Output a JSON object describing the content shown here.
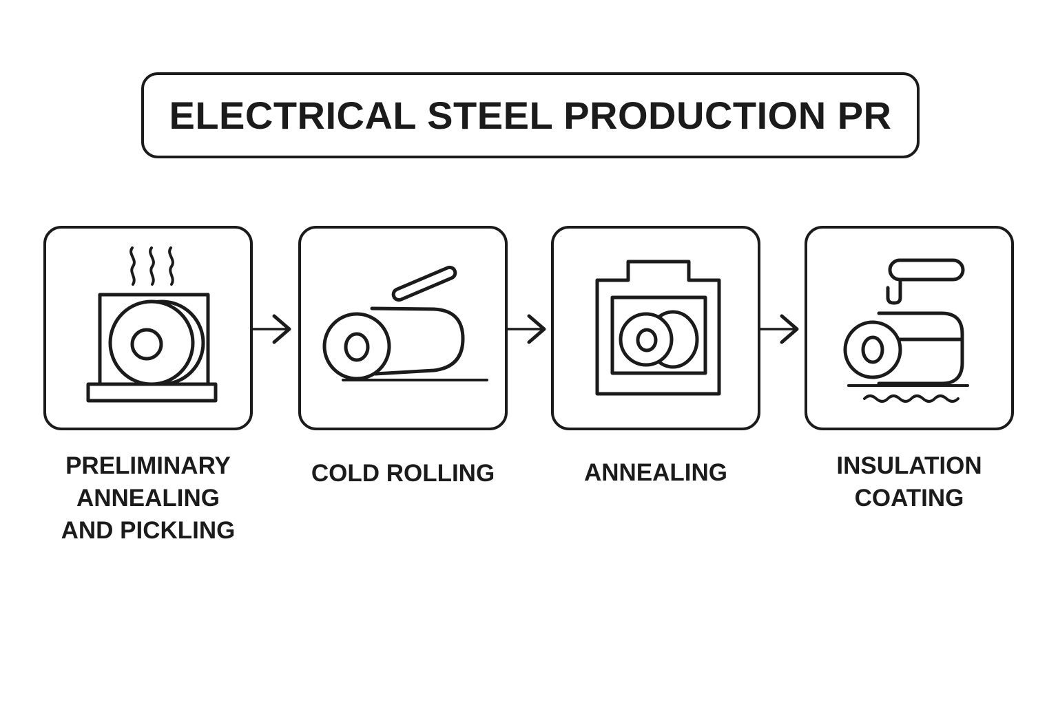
{
  "title": "ELECTRICAL STEEL PRODUCTION PR",
  "colors": {
    "ink": "#1b1b1b",
    "background": "#ffffff"
  },
  "steps": [
    {
      "id": "preliminary-annealing-and-pickling",
      "label": "PRELIMINARY\nANNEALING\nAND PICKLING",
      "icon": "steel-coil-in-furnace-with-heat-icon"
    },
    {
      "id": "cold-rolling",
      "label": "COLD ROLLING",
      "icon": "steel-roll-with-rolling-bar-icon"
    },
    {
      "id": "annealing",
      "label": "ANNEALING",
      "icon": "steel-coil-in-annealing-furnace-icon"
    },
    {
      "id": "insulation-coating",
      "label": "INSULATION\nCOATING",
      "icon": "steel-roll-with-paint-roller-icon"
    }
  ]
}
